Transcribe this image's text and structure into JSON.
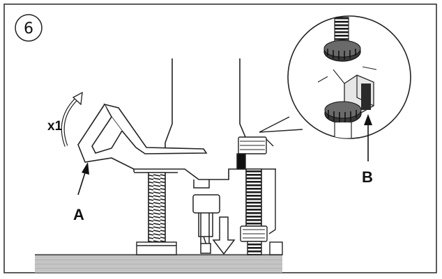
{
  "diagram": {
    "step_number": "6",
    "label_a": "A",
    "label_b": "B",
    "rotation_label": "x1"
  }
}
